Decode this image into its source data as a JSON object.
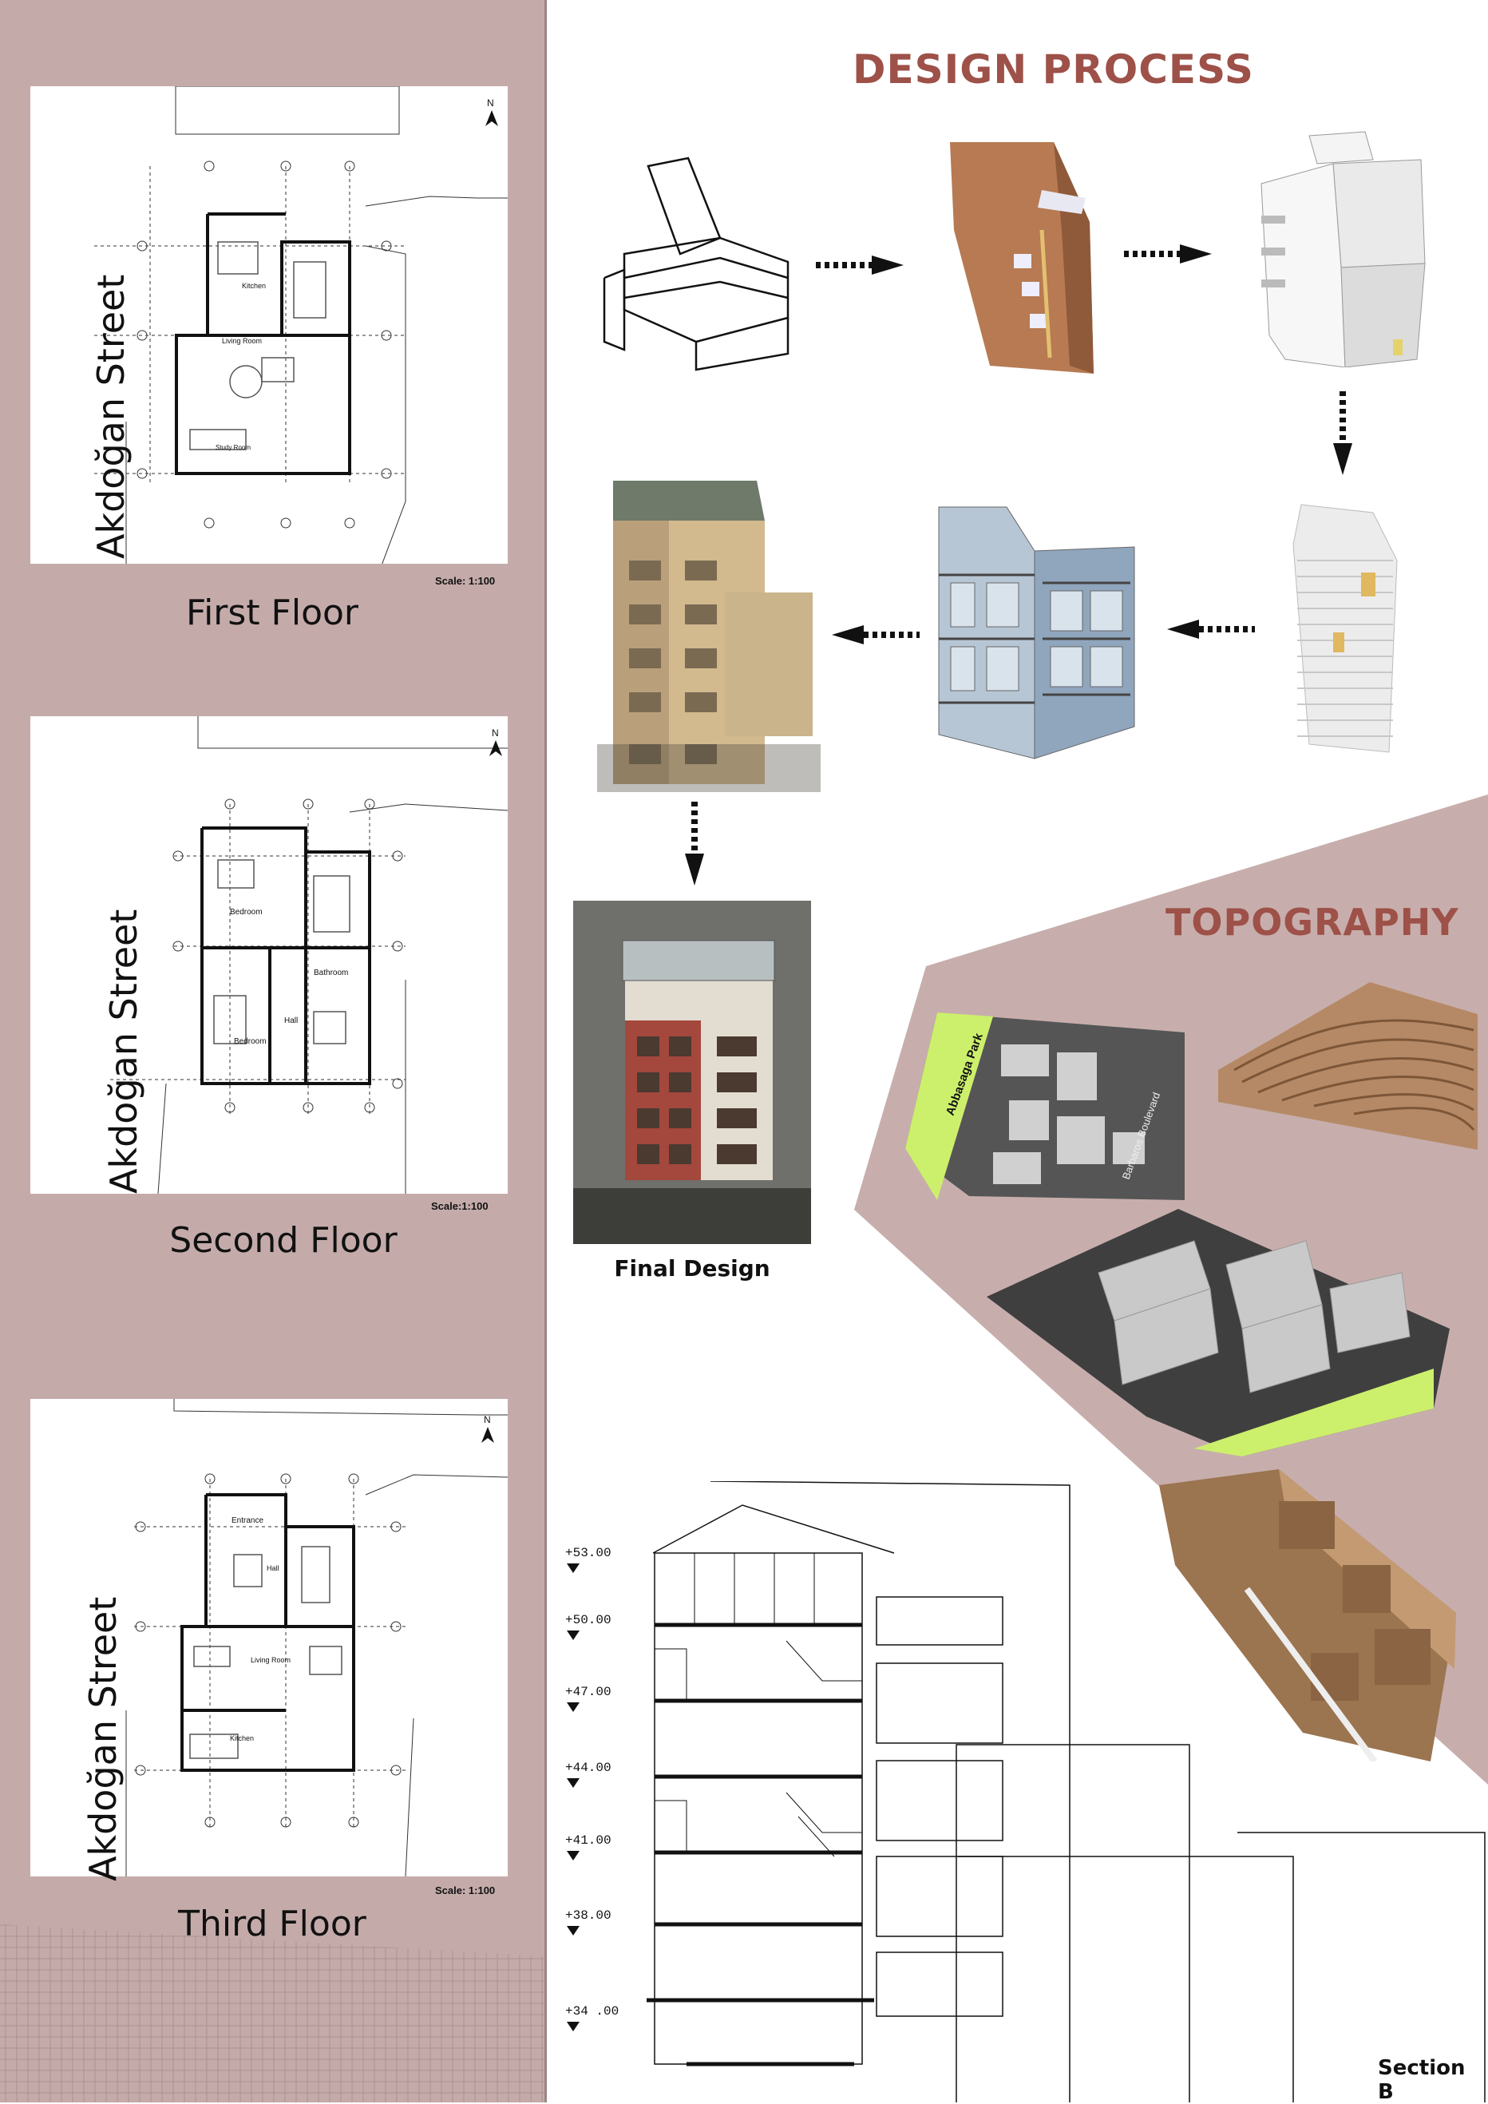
{
  "headings": {
    "design_process": "DESIGN PROCESS",
    "topography": "TOPOGRAPHY"
  },
  "floors": [
    {
      "title": "First Floor",
      "scale": "Scale: 1:100",
      "street": "Akdoğan Street",
      "north": "N",
      "rooms": [
        "Kitchen",
        "Living Room",
        "Study Room"
      ]
    },
    {
      "title": "Second Floor",
      "scale": "Scale:1:100",
      "street": "Akdoğan Street",
      "north": "N",
      "rooms": [
        "Bedroom",
        "Bathroom",
        "Hall",
        "Bedroom"
      ]
    },
    {
      "title": "Third Floor",
      "scale": "Scale: 1:100",
      "street": "Akdoğan Street",
      "north": "N",
      "rooms": [
        "Entrance",
        "Hall",
        "Living Room",
        "Kitchen"
      ]
    }
  ],
  "final_design": "Final Design",
  "topo_labels": {
    "park": "Abbasaga Park",
    "boulevard": "Barbaros Boulevard"
  },
  "section": {
    "title": "Section B",
    "levels": [
      "+53.00",
      "+50.00",
      "+47.00",
      "+44.00",
      "+41.00",
      "+38.00",
      "+34 .00"
    ]
  },
  "colors": {
    "panel": "#c4abaa",
    "heading": "#9d5148",
    "wedge": "#c7aeac"
  }
}
